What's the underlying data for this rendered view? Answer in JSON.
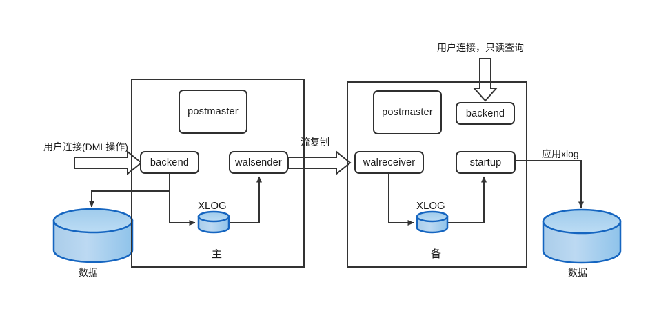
{
  "diagram": {
    "title": "PostgreSQL streaming replication architecture",
    "colors": {
      "line": "#333333",
      "box_border": "#2f2f2f",
      "cylinder_stroke": "#1565c0",
      "cylinder_fill_top": "#9ccdf0",
      "cylinder_fill_bottom": "#b7d6ef",
      "background": "#ffffff",
      "text": "#1a1a1a"
    },
    "primary_panel": {
      "caption": "主",
      "nodes": {
        "postmaster": "postmaster",
        "backend": "backend",
        "walsender": "walsender",
        "xlog_label": "XLOG"
      }
    },
    "standby_panel": {
      "caption": "备",
      "nodes": {
        "postmaster": "postmaster",
        "backend": "backend",
        "walreceiver": "walreceiver",
        "startup": "startup",
        "xlog_label": "XLOG"
      }
    },
    "storage": {
      "primary_data": "数据",
      "standby_data": "数据"
    },
    "edge_labels": {
      "client_write": "用户连接(DML操作)",
      "client_read": "用户连接，只读查询",
      "replication": "流复制",
      "apply_xlog": "应用xlog"
    }
  }
}
